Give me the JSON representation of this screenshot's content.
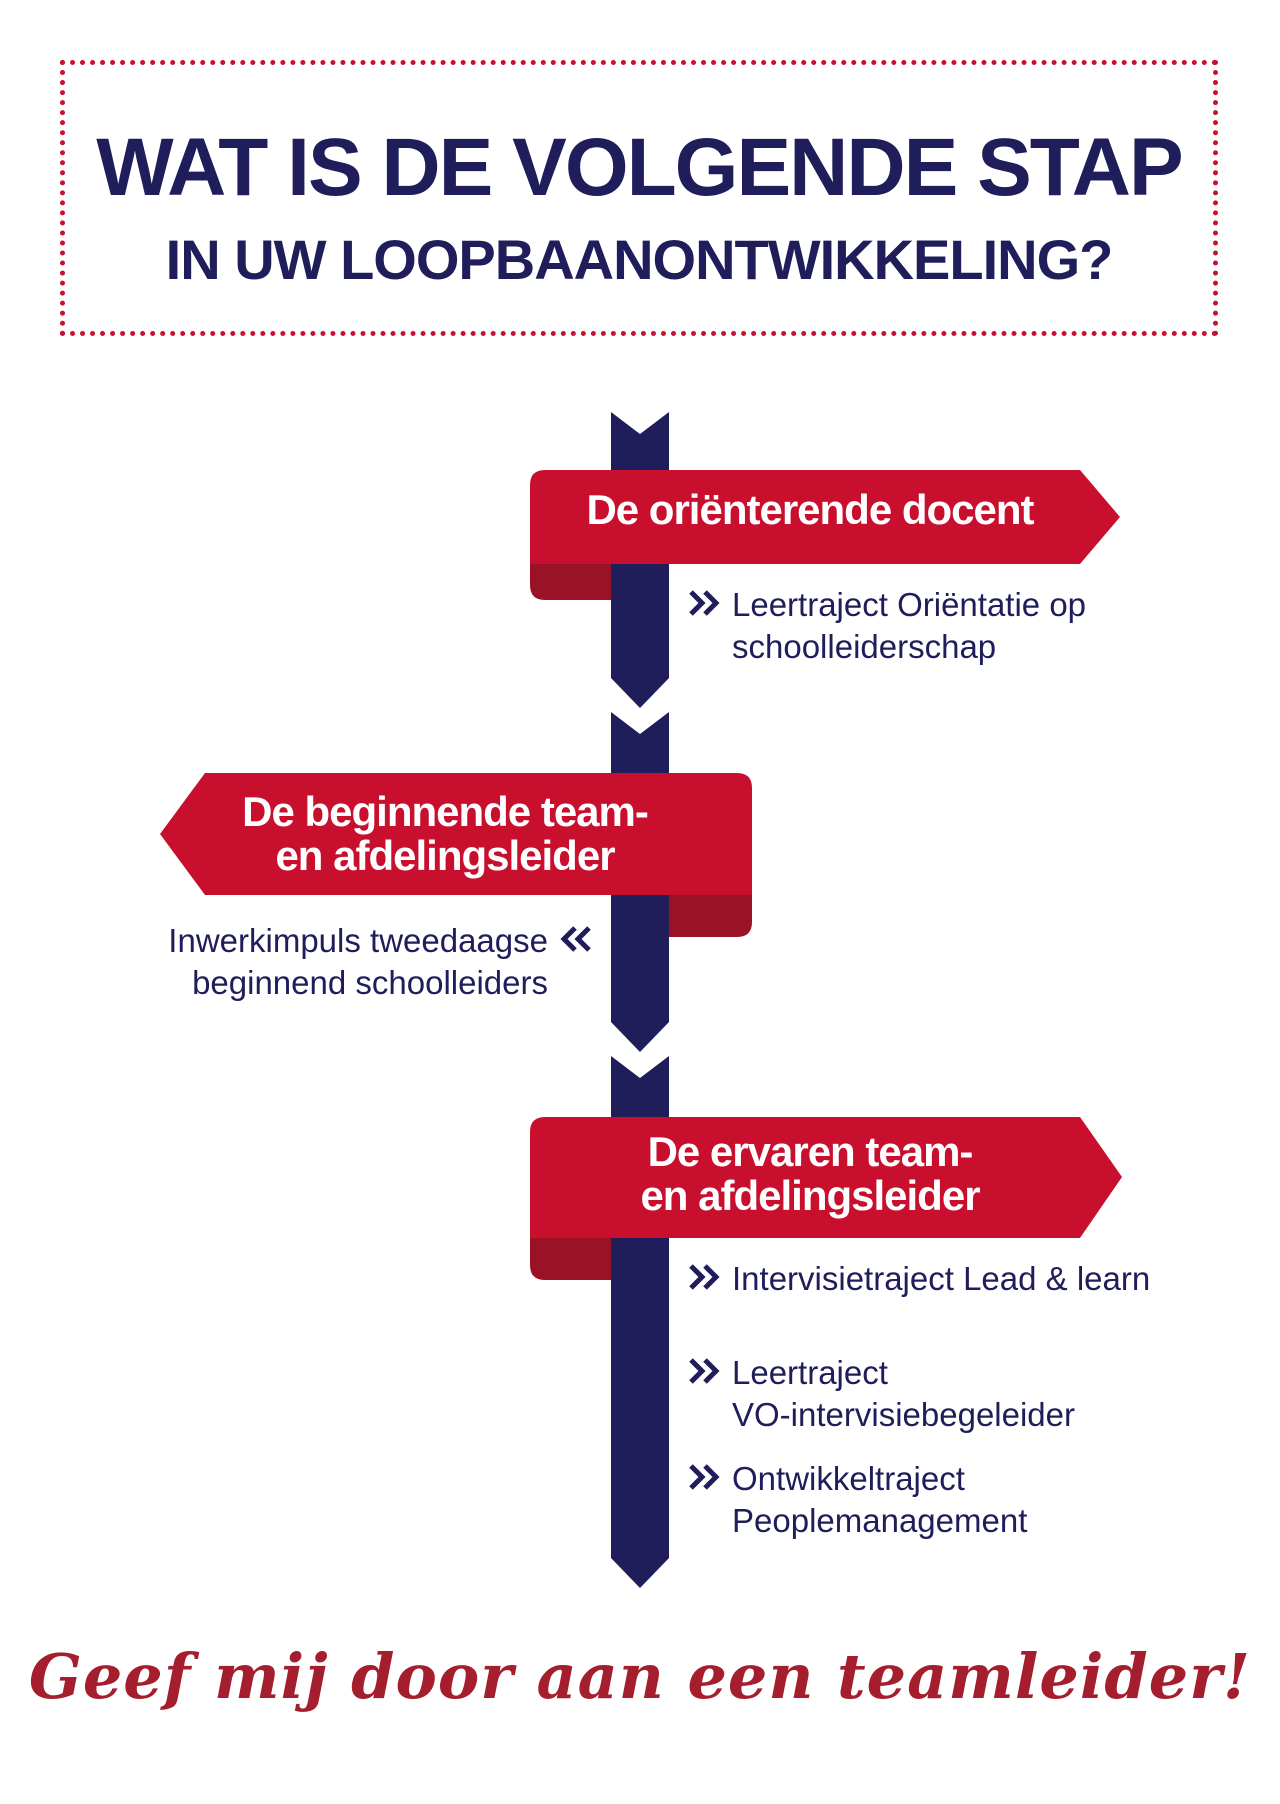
{
  "title": {
    "line1": "WAT IS DE VOLGENDE STAP",
    "line2": "IN UW LOOPBAANONTWIKKELING?"
  },
  "steps": [
    {
      "label_lines": [
        "De oriënterende docent"
      ],
      "items": [
        {
          "lines": [
            "Leertraject Oriëntatie op",
            "schoolleiderschap"
          ]
        }
      ]
    },
    {
      "label_lines": [
        "De beginnende team-",
        "en afdelingsleider"
      ],
      "items": [
        {
          "lines": [
            "Inwerkimpuls tweedaagse",
            "beginnend schoolleiders"
          ]
        }
      ]
    },
    {
      "label_lines": [
        "De ervaren team-",
        "en afdelingsleider"
      ],
      "items": [
        {
          "lines": [
            "Intervisietraject Lead & learn"
          ]
        },
        {
          "lines": [
            "Leertraject",
            "VO-intervisiebegeleider"
          ]
        },
        {
          "lines": [
            "Ontwikkeltraject",
            "Peoplemanagement"
          ]
        }
      ]
    }
  ],
  "slogan": "Geef mij door aan een teamleider!",
  "colors": {
    "navy": "#1f1d5a",
    "red": "#c8102e",
    "red_dark": "#8e1023",
    "slogan": "#a41e2d"
  },
  "icons": {
    "item_bullet": "double-chevron-icon"
  }
}
